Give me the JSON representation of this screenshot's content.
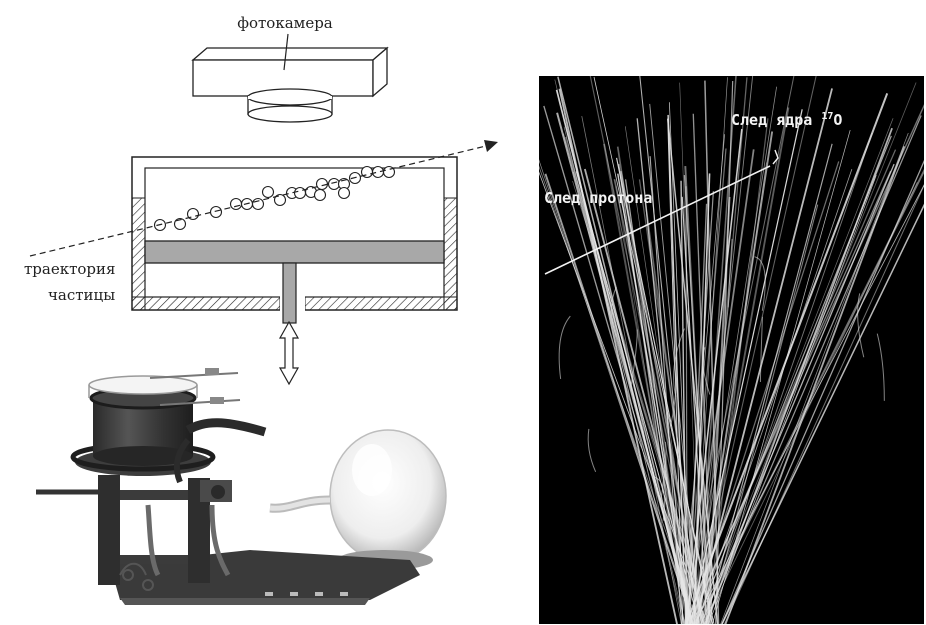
{
  "diagram": {
    "camera_label": "фотокамера",
    "trajectory_label_line1": "траектория",
    "trajectory_label_line2": "частицы"
  },
  "photo": {
    "proton_label": "След протона",
    "nucleus_label_prefix": "След ядра ",
    "nucleus_mass_number": "17",
    "nucleus_element": "O"
  },
  "colors": {
    "ink": "#222222",
    "piston_gray": "#a8a8a8",
    "photo_background": "#000000",
    "track": "#e6e6e6"
  },
  "icons": {
    "arrow_up_down": "double-arrow-icon",
    "dashed_arrow": "arrowhead-icon"
  }
}
